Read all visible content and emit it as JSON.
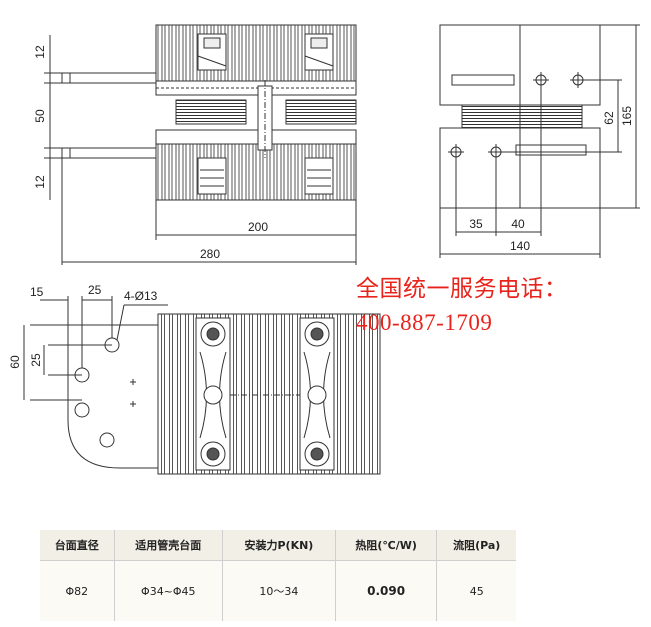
{
  "front_view": {
    "dims": {
      "top": "12",
      "middle": "50",
      "bottom": "12",
      "width_inner": "200",
      "width_total": "280"
    }
  },
  "side_view": {
    "dims": {
      "height": "165",
      "mid": "62",
      "a": "35",
      "b": "40",
      "width": "140"
    }
  },
  "plan_view": {
    "dims": {
      "a": "15",
      "b": "25",
      "holes": "4-Ø13",
      "height": "60",
      "spacing": "25"
    }
  },
  "hotline": {
    "line1": "全国统一服务电话：",
    "line2": "400-887-1709"
  },
  "spec_table": {
    "headers": [
      "台面直径",
      "适用管壳台面",
      "安装力P(KN)",
      "热阻(℃/W)",
      "流阻(Pa)"
    ],
    "row": [
      "Φ82",
      "Φ34~Φ45",
      "10～34",
      "0.090",
      "45"
    ]
  }
}
